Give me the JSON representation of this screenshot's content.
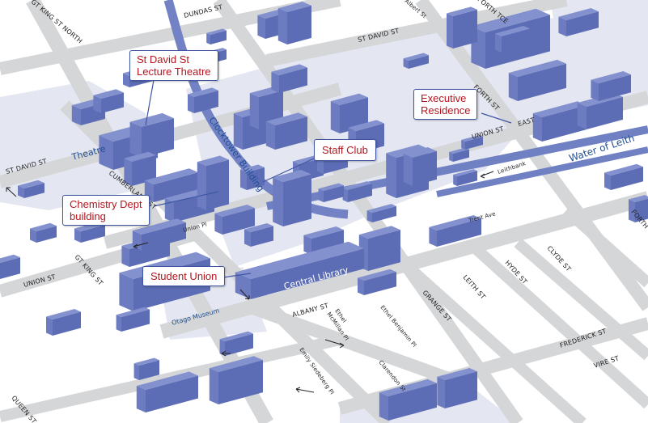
{
  "map": {
    "callouts": {
      "lecture_theatre": [
        "St David St",
        "Lecture Theatre"
      ],
      "chemistry": [
        "Chemistry Dept",
        "building"
      ],
      "staff_club": "Staff Club",
      "student_union": "Student Union",
      "executive_residence": [
        "Executive",
        "Residence"
      ]
    },
    "place_labels": {
      "theatre": "Theatre",
      "clocktower": "Clocktower Building",
      "water_of_leith": "Water of Leith",
      "otago_museum": "Otago Museum",
      "central_library": "Central Library"
    },
    "streets": {
      "gt_king_north": "GT KING ST NORTH",
      "dundas": "DUNDAS ST",
      "albert": "Albert St",
      "st_david_north": "ST DAVID ST",
      "forth_tce": "FORTH TCE",
      "st_david_west": "ST DAVID ST",
      "cumberland": "CUMBERLAND ST",
      "union_pl": "Union Pl",
      "union_west": "UNION ST",
      "gt_king": "GT KING ST",
      "forth": "FORTH ST",
      "union_east": "UNION ST",
      "east": "EAST",
      "leithbank": "Leithbank",
      "trent": "Trent Ave",
      "forth_se": "FORTH",
      "clyde": "CLYDE ST",
      "hyde": "HYDE ST",
      "leith": "LEITH ST",
      "grange": "GRANGE ST",
      "albany": "ALBANY ST",
      "ethel_mcmillan": [
        "Ethel",
        "McMillan Pl"
      ],
      "ethel_benjamin": "Ethel Benjamin Pl",
      "emily_siedeberg": "Emily Siedeberg Pl",
      "clarendon": "Clarendon St",
      "frederick": "FREDERICK ST",
      "vire": "VIRE ST",
      "queen": "QUEEN ST"
    },
    "colors": {
      "road": "#d5d6d8",
      "campus": "#e4e6f1",
      "building_top": "#8391cf",
      "building_side": "#5d6db5",
      "river": "#6f80c3",
      "callout_text": "#b4161f",
      "callout_border": "#3f57a3"
    }
  }
}
